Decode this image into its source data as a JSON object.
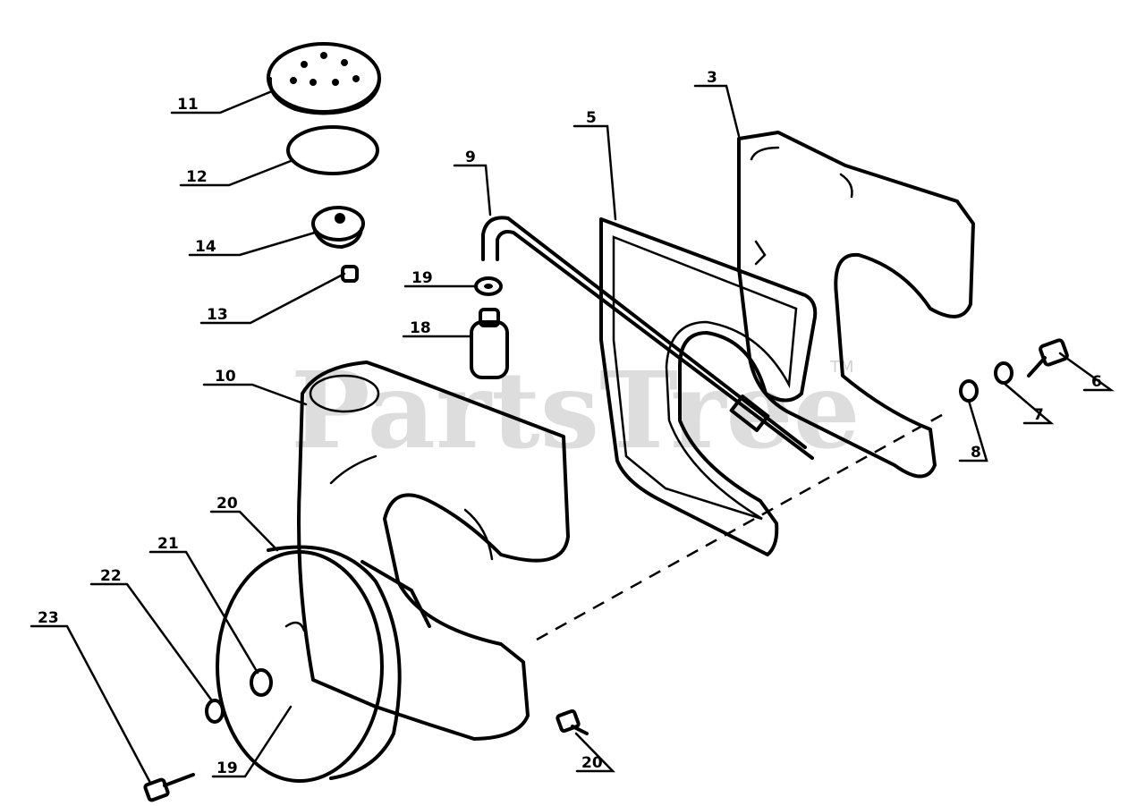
{
  "watermark": {
    "text": "PartsTree",
    "mark": "TM"
  },
  "callouts": [
    {
      "id": "11",
      "text": "11"
    },
    {
      "id": "12",
      "text": "12"
    },
    {
      "id": "14",
      "text": "14"
    },
    {
      "id": "13",
      "text": "13"
    },
    {
      "id": "9",
      "text": "9"
    },
    {
      "id": "5",
      "text": "5"
    },
    {
      "id": "3",
      "text": "3"
    },
    {
      "id": "19a",
      "text": "19"
    },
    {
      "id": "18",
      "text": "18"
    },
    {
      "id": "10",
      "text": "10"
    },
    {
      "id": "6",
      "text": "6"
    },
    {
      "id": "7",
      "text": "7"
    },
    {
      "id": "8",
      "text": "8"
    },
    {
      "id": "20a",
      "text": "20"
    },
    {
      "id": "21",
      "text": "21"
    },
    {
      "id": "22",
      "text": "22"
    },
    {
      "id": "23",
      "text": "23"
    },
    {
      "id": "19b",
      "text": "19"
    },
    {
      "id": "20b",
      "text": "20"
    }
  ]
}
